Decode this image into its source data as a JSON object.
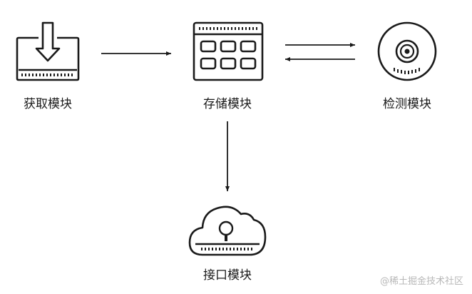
{
  "modules": {
    "acquire": {
      "label": "获取模块",
      "icon": "download-tray-icon"
    },
    "storage": {
      "label": "存储模块",
      "icon": "storage-grid-icon"
    },
    "detect": {
      "label": "检测模块",
      "icon": "disc-icon"
    },
    "interface": {
      "label": "接口模块",
      "icon": "cloud-lock-icon"
    }
  },
  "colors": {
    "stroke": "#1a1a1a",
    "text": "#1a1a1a",
    "watermark": "#b8b8b8"
  },
  "watermark": "@稀土掘金技术社区"
}
